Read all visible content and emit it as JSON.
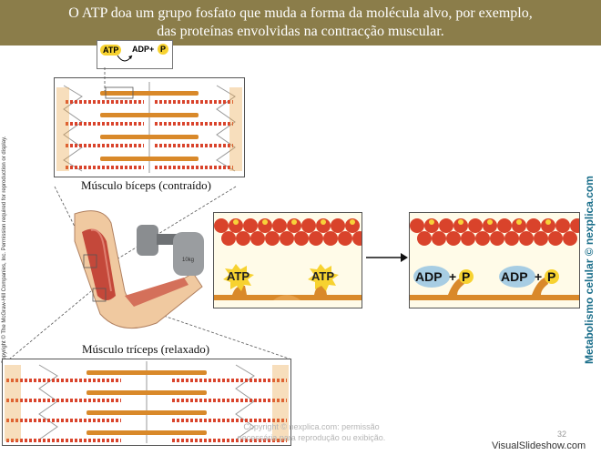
{
  "banner": {
    "line1": "O ATP doa um grupo fosfato que muda a forma da molécula alvo, por exemplo,",
    "line2": "das proteínas envolvidas na contracção muscular."
  },
  "inset": {
    "atp": "ATP",
    "adp": "ADP+",
    "p": "P"
  },
  "captions": {
    "biceps": "Músculo bíceps (contraído)",
    "triceps": "Músculo tríceps (relaxado)"
  },
  "dumbbell_label": "10kg",
  "reaction_left": {
    "atp1": "ATP",
    "atp2": "ATP"
  },
  "reaction_right": {
    "adp1": "ADP",
    "plus": "+",
    "p": "P"
  },
  "copyright_side": "Copyright © The McGraw-Hill Companies, Inc. Permission required for reproduction or display.",
  "side_title": "Metabolismo celular © nexplica.com",
  "footer_note": {
    "line1": "Copyright © nexplica.com: permissão",
    "line2": "necessária para reprodução ou exibição."
  },
  "page_number": "32",
  "watermark": "VisualSlideshow.com",
  "colors": {
    "banner": "#8b7d4a",
    "actin": "#d9432b",
    "myosin": "#d9892a",
    "atp": "#f7d230",
    "adp": "#a7cde3",
    "side_title": "#1a6e8a"
  }
}
